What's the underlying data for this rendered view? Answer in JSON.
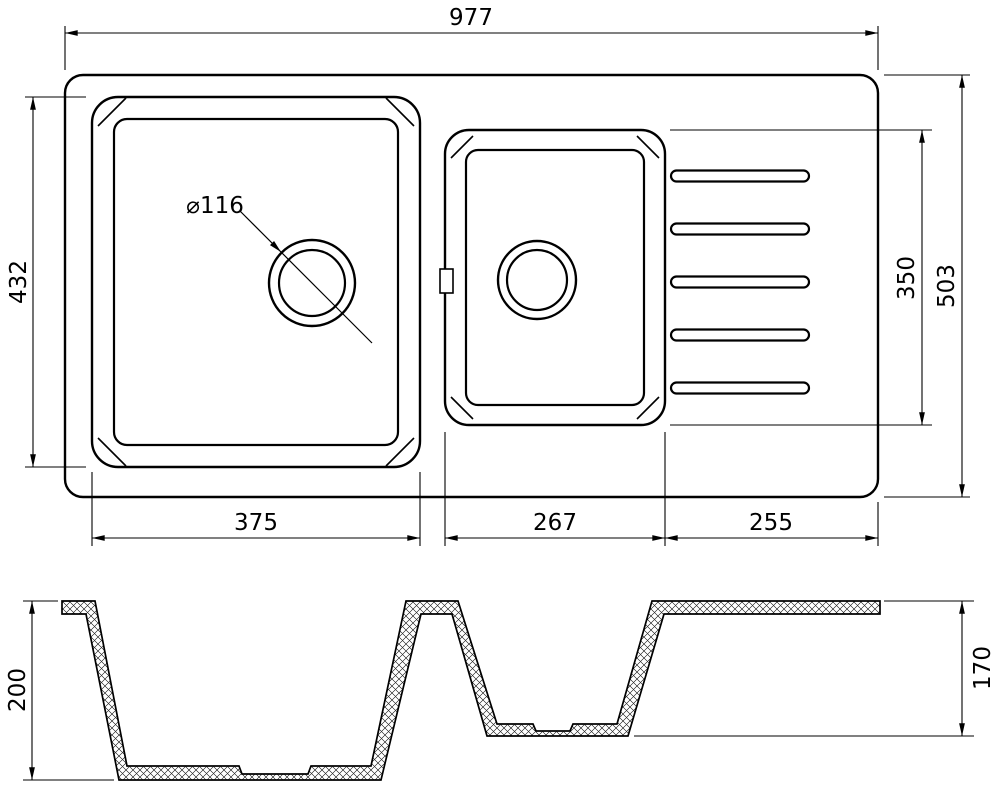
{
  "drawing": {
    "background": "#ffffff",
    "line_color": "#000000",
    "dimensions": {
      "overall_width": "977",
      "main_bowl_height": "432",
      "overall_height": "503",
      "second_bowl_height": "350",
      "main_bowl_width": "375",
      "second_bowl_width": "267",
      "drainboard_width": "255",
      "drain_diameter": "⌀116",
      "main_bowl_depth": "200",
      "second_bowl_depth": "170"
    }
  }
}
